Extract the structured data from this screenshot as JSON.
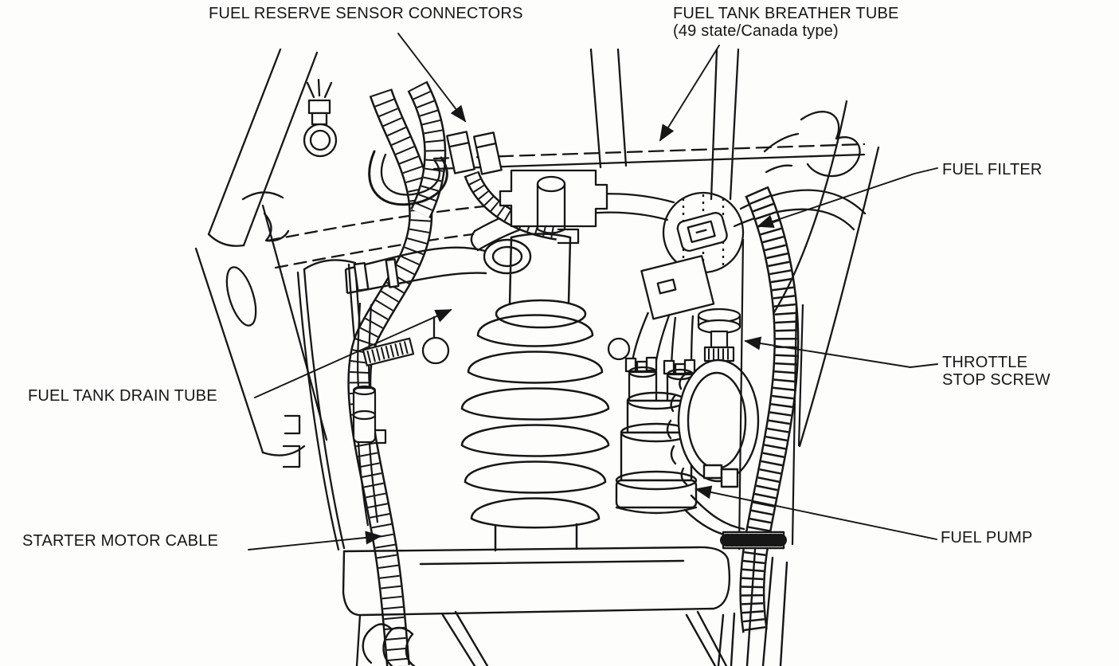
{
  "page": {
    "background_color": "#fdfdfb",
    "ink_color": "#161616",
    "kind": "service-manual line illustration"
  },
  "diagram": {
    "labels": [
      {
        "id": "fuel-reserve-sensor-connectors",
        "line1": "FUEL RESERVE SENSOR CONNECTORS",
        "line2": ""
      },
      {
        "id": "fuel-tank-breather-tube",
        "line1": "FUEL TANK BREATHER TUBE",
        "line2": "(49 state/Canada type)"
      },
      {
        "id": "fuel-filter",
        "line1": "FUEL FILTER",
        "line2": ""
      },
      {
        "id": "throttle-stop-screw",
        "line1": "THROTTLE",
        "line2": "STOP SCREW"
      },
      {
        "id": "fuel-tank-drain-tube",
        "line1": "FUEL TANK DRAIN TUBE",
        "line2": ""
      },
      {
        "id": "starter-motor-cable",
        "line1": "STARTER MOTOR CABLE",
        "line2": ""
      },
      {
        "id": "fuel-pump",
        "line1": "FUEL PUMP",
        "line2": ""
      }
    ]
  }
}
